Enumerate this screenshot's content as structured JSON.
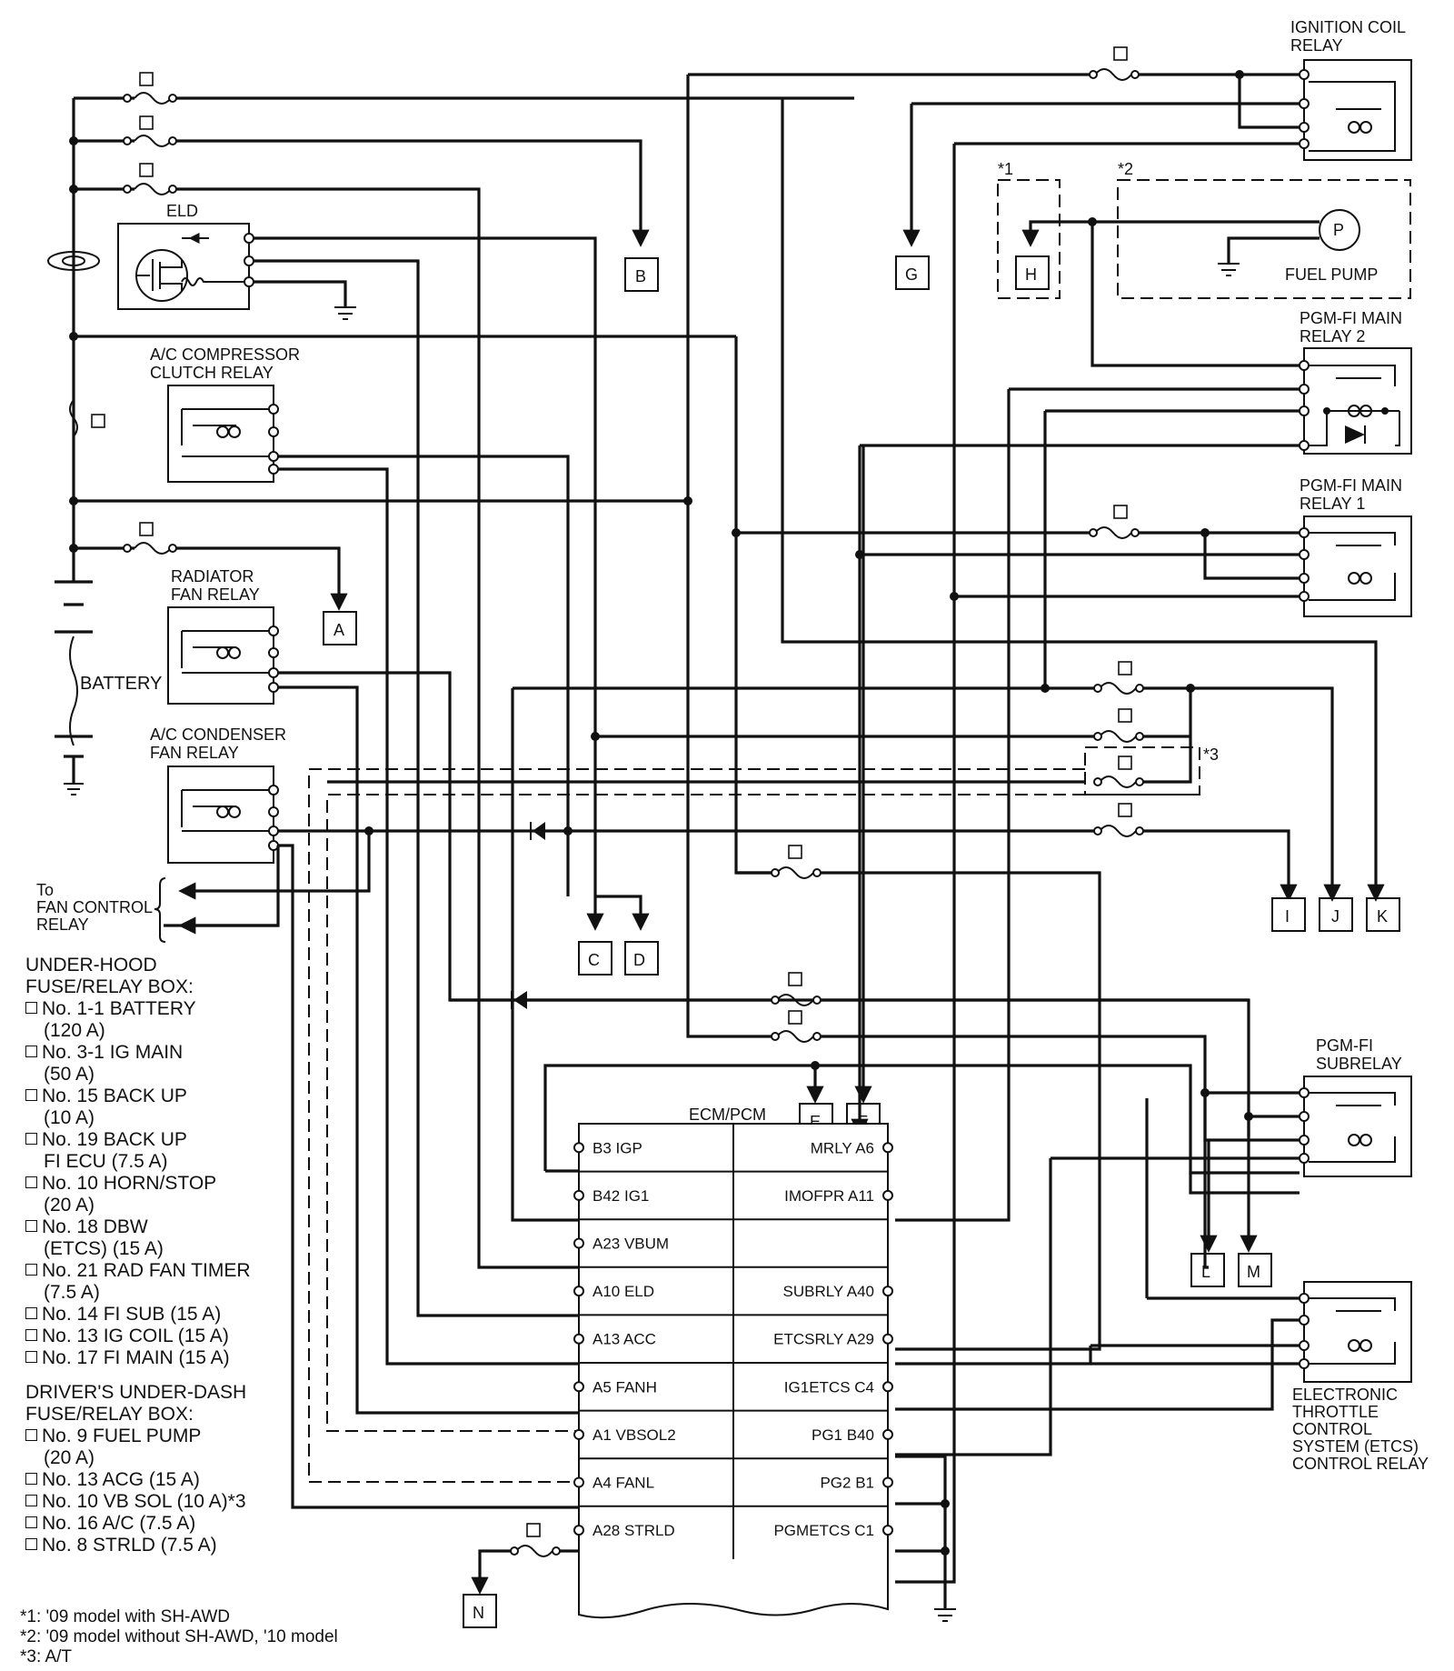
{
  "labels": {
    "ignition_coil_relay": [
      "IGNITION COIL",
      "RELAY"
    ],
    "eld": "ELD",
    "ac_compressor": [
      "A/C COMPRESSOR",
      "CLUTCH RELAY"
    ],
    "radiator_fan": [
      "RADIATOR",
      "FAN RELAY"
    ],
    "battery": "BATTERY",
    "ac_condenser": [
      "A/C CONDENSER",
      "FAN RELAY"
    ],
    "to_fan_control": [
      "To",
      "FAN CONTROL",
      "RELAY"
    ],
    "star1": "*1",
    "star2": "*2",
    "star3": "*3",
    "fuel_pump": "FUEL PUMP",
    "pump_symbol": "P",
    "pgmfi_main2": [
      "PGM-FI MAIN",
      "RELAY 2"
    ],
    "pgmfi_main1": [
      "PGM-FI MAIN",
      "RELAY 1"
    ],
    "pgmfi_sub": [
      "PGM-FI",
      "SUBRELAY"
    ],
    "etcs_relay": [
      "ELECTRONIC",
      "THROTTLE",
      "CONTROL",
      "SYSTEM (ETCS)",
      "CONTROL RELAY"
    ],
    "ecm": "ECM/PCM"
  },
  "connectors": [
    "A",
    "B",
    "C",
    "D",
    "E",
    "F",
    "G",
    "H",
    "I",
    "J",
    "K",
    "L",
    "M",
    "N"
  ],
  "ecm_left_pins": [
    "B3 IGP",
    "B42 IG1",
    "A23 VBUM",
    "A10 ELD",
    "A13 ACC",
    "A5 FANH",
    "A1 VBSOL2",
    "A4 FANL",
    "A28 STRLD"
  ],
  "ecm_right_pins": [
    "MRLY A6",
    "IMOFPR A11",
    "",
    "SUBRLY A40",
    "ETCSRLY A29",
    "IG1ETCS C4",
    "PG1 B40",
    "PG2 B1",
    "PGMETCS C1"
  ],
  "legend": {
    "underhood_title": [
      "UNDER-HOOD",
      "FUSE/RELAY BOX:"
    ],
    "underhood_items": [
      [
        "No. 1-1 BATTERY",
        "(120 A)"
      ],
      [
        "No. 3-1 IG MAIN",
        "(50 A)"
      ],
      [
        "No. 15 BACK UP",
        "(10 A)"
      ],
      [
        "No. 19 BACK UP",
        "FI ECU (7.5 A)"
      ],
      [
        "No. 10 HORN/STOP",
        "(20 A)"
      ],
      [
        "No. 18 DBW",
        "(ETCS) (15 A)"
      ],
      [
        "No. 21 RAD FAN TIMER",
        "(7.5 A)"
      ],
      [
        "No. 14 FI SUB (15 A)"
      ],
      [
        "No. 13 IG COIL (15 A)"
      ],
      [
        "No. 17 FI MAIN (15 A)"
      ]
    ],
    "underdash_title": [
      "DRIVER'S UNDER-DASH",
      "FUSE/RELAY BOX:"
    ],
    "underdash_items": [
      [
        "No. 9 FUEL PUMP",
        "(20 A)"
      ],
      [
        "No. 13 ACG (15 A)"
      ],
      [
        "No. 10 VB SOL (10 A)*3"
      ],
      [
        "No. 16 A/C (7.5 A)"
      ],
      [
        "No. 8 STRLD (7.5 A)"
      ]
    ]
  },
  "footnotes": [
    "*1: '09 model with SH-AWD",
    "*2: '09 model without SH-AWD, '10 model",
    "*3: A/T"
  ]
}
